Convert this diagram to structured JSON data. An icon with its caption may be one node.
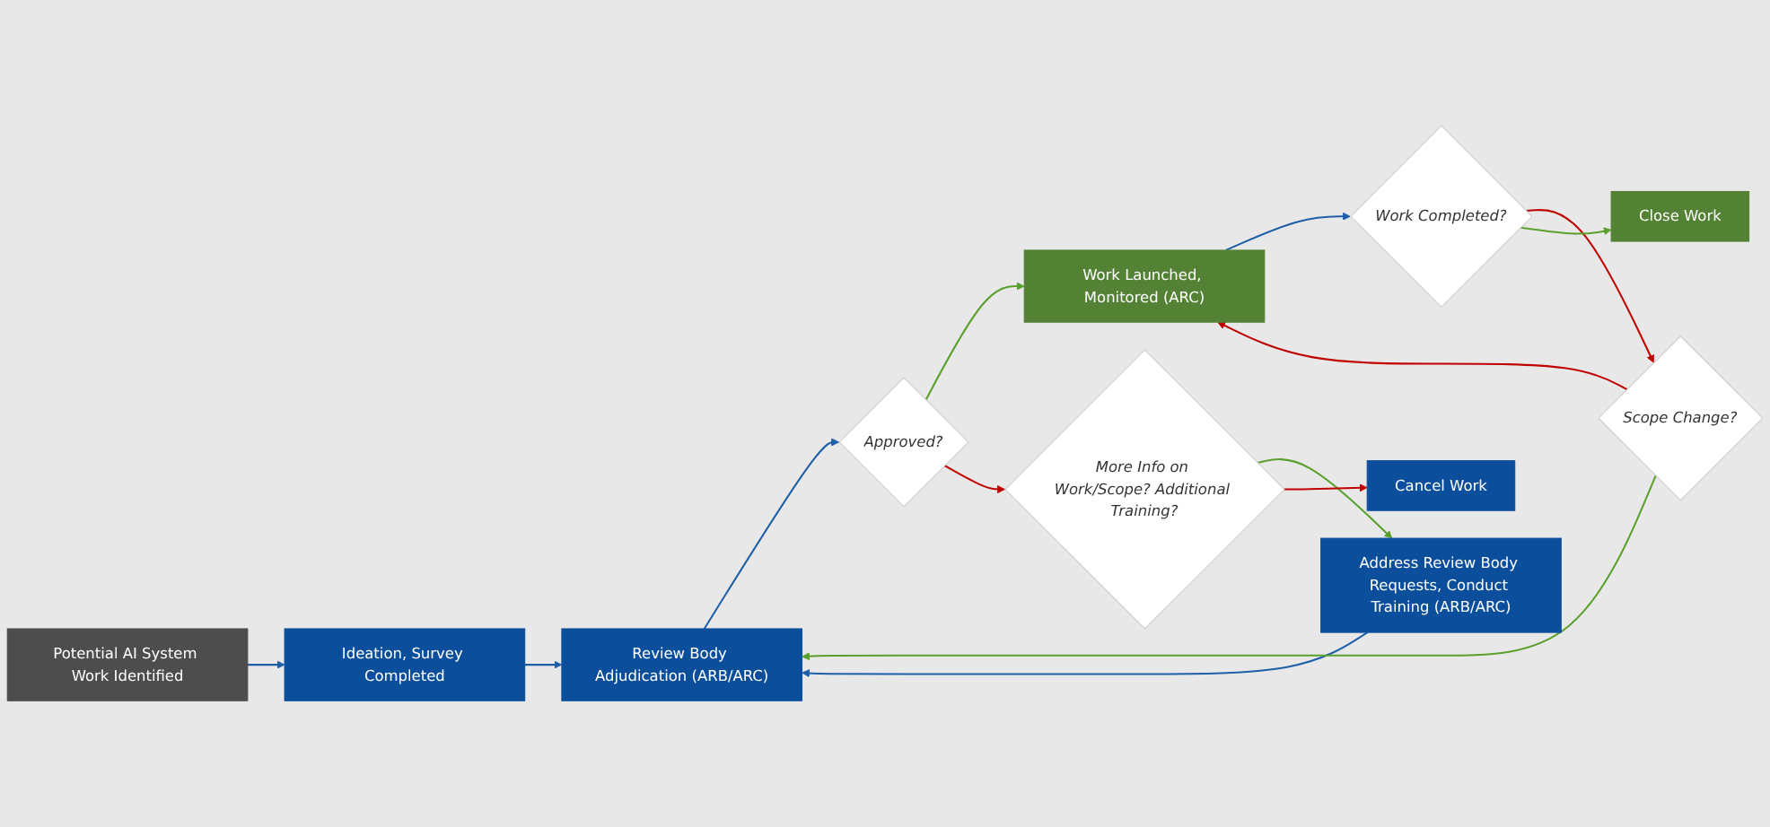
{
  "diagram": {
    "nodes": [
      {
        "text": [
          "Potential AI System Work Identified"
        ]
      },
      {
        "text": [
          "Ideation, Survey Completed"
        ]
      },
      {
        "text": [
          "Review Body Adjudication (ARB/ARC)"
        ]
      },
      {
        "text": [
          "Approved?"
        ]
      },
      {
        "text": [
          "Work Launched, Monitored (ARC)"
        ]
      },
      {
        "text": [
          "Address Review Body Requests, Conduct Training (ARB/ARC)"
        ]
      },
      {
        "text": [
          "More Info on Work/Scope? Additional Training?"
        ]
      },
      {
        "text": [
          "Work Completed?"
        ]
      },
      {
        "text": [
          "Scope Change?"
        ]
      },
      {
        "text": [
          "Cancel Work"
        ]
      },
      {
        "text": [
          "Close Work"
        ]
      }
    ],
    "edges": [
      {
        "from": 0,
        "to": 1,
        "arrow": "to"
      },
      {
        "from": 1,
        "to": 2,
        "arrow": "to"
      },
      {
        "from": 2,
        "to": 3,
        "arrow": "to"
      },
      {
        "from": 3,
        "to": 4,
        "arrow": "to",
        "color": "#5aa02c"
      },
      {
        "from": 3,
        "to": 6,
        "arrow": "to",
        "color": "#c00000"
      },
      {
        "from": 6,
        "to": 5,
        "arrow": "to",
        "color": "#5aa02c"
      },
      {
        "from": 5,
        "to": 2,
        "arrow": "to"
      },
      {
        "from": 6,
        "to": 9,
        "arrow": "to",
        "color": "#c00000"
      },
      {
        "from": 4,
        "to": 7,
        "arrow": "to"
      },
      {
        "from": 7,
        "to": 8,
        "arrow": "to",
        "color": "#c00000"
      },
      {
        "from": 7,
        "to": 10,
        "arrow": "to",
        "color": "#5aa02c"
      },
      {
        "from": 8,
        "to": 4,
        "arrow": "to",
        "color": "#c00000"
      },
      {
        "from": 8,
        "to": 2,
        "arrow": "to",
        "color": "#5aa02c"
      }
    ]
  }
}
